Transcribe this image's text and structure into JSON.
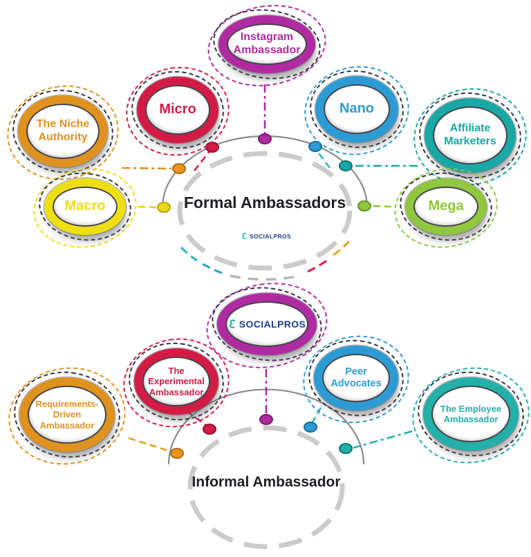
{
  "brand": {
    "logo_text": "SOCIALPROS"
  },
  "top_diagram": {
    "hub_label": "Formal Ambassadors",
    "nodes": [
      {
        "id": "instagram",
        "label": "Instagram Ambassador",
        "color": "#b02aa2"
      },
      {
        "id": "micro",
        "label": "Micro",
        "color": "#d31c45"
      },
      {
        "id": "nano",
        "label": "Nano",
        "color": "#2d9bd3"
      },
      {
        "id": "niche",
        "label": "The Niche Authority",
        "color": "#e0921f"
      },
      {
        "id": "affiliate",
        "label": "Affiliate Marketers",
        "color": "#19a8a5"
      },
      {
        "id": "macro",
        "label": "Macro",
        "color": "#eedf15"
      },
      {
        "id": "mega",
        "label": "Mega",
        "color": "#90c73e"
      }
    ]
  },
  "bottom_diagram": {
    "hub_label": "Informal Ambassador",
    "nodes": [
      {
        "id": "socialpros",
        "label": "SOCIALPROS",
        "color": "#b02aa2"
      },
      {
        "id": "experimental",
        "label": "The Experimental Ambassador",
        "color": "#d31c45"
      },
      {
        "id": "peer",
        "label": "Peer Advocates",
        "color": "#2d9bd3"
      },
      {
        "id": "requirements",
        "label": "Requirements-Driven Ambassador",
        "color": "#e0921f"
      },
      {
        "id": "employee",
        "label": "The Employee Ambassador",
        "color": "#23b0a8"
      }
    ]
  },
  "colors": {
    "magenta": "#b02aa2",
    "red": "#d31c45",
    "blue": "#2d9bd3",
    "orange": "#e0921f",
    "teal": "#19a8a5",
    "yellow": "#eedf15",
    "green": "#90c73e",
    "hub_ring_gray": "#8a8a8a",
    "hub_dash_gray": "#cbcbcb",
    "logo_blue": "#1c3c8c",
    "logo_icon_teal": "#2bb3c8"
  }
}
